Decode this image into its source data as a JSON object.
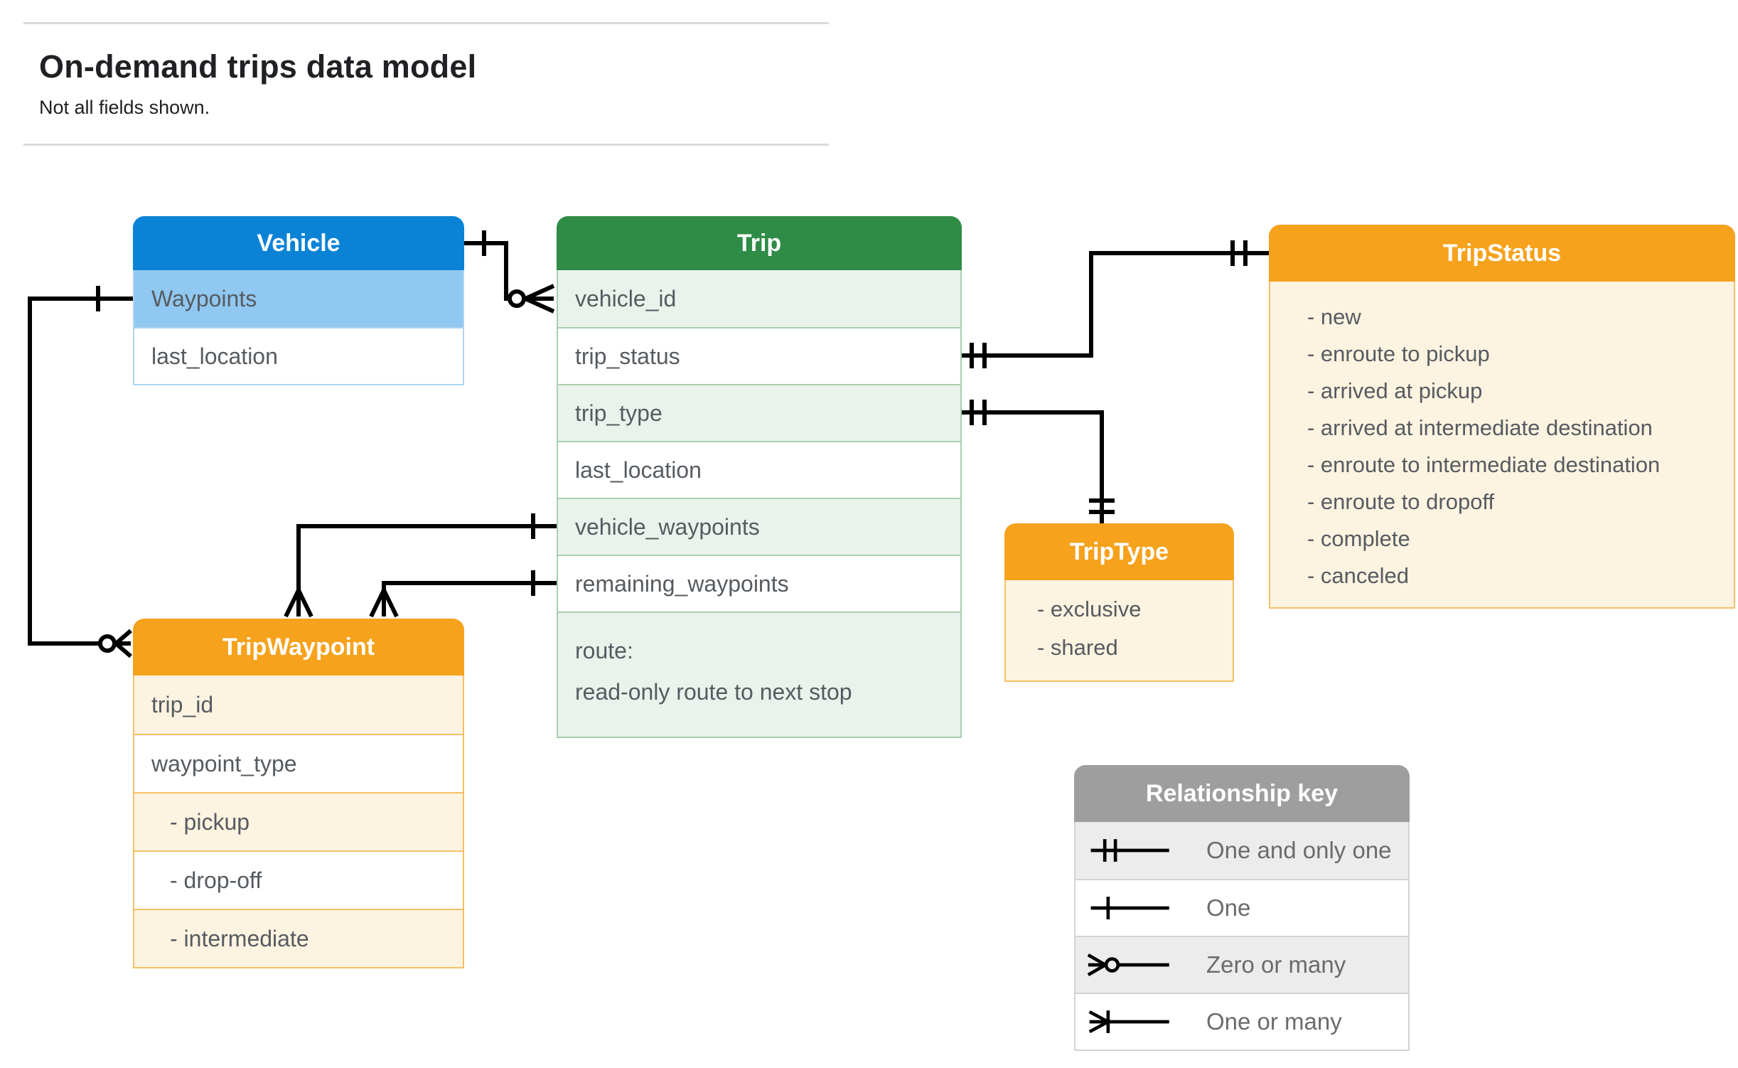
{
  "page": {
    "title": "On-demand trips data model",
    "subtitle": "Not all fields shown."
  },
  "palette": {
    "line": "#000000",
    "vehicle_accent": "#0a83d6",
    "vehicle_tint": "#90c8f1",
    "trip_accent": "#2f8c47",
    "trip_tint": "#e9f3ec",
    "enum_accent": "#f6a21c",
    "enum_tint": "#fdf3e1",
    "key_accent": "#9e9e9e",
    "key_tint": "#ececec",
    "field_text": "#565b60"
  },
  "entities": {
    "vehicle": {
      "title": "Vehicle",
      "fields": [
        "Waypoints",
        "last_location"
      ]
    },
    "trip": {
      "title": "Trip",
      "fields": [
        "vehicle_id",
        "trip_status",
        "trip_type",
        "last_location",
        "vehicle_waypoints",
        "remaining_waypoints",
        "route:\nread-only route to next stop"
      ]
    },
    "trip_status": {
      "title": "TripStatus",
      "items": [
        "- new",
        "- enroute to pickup",
        "- arrived at pickup",
        "- arrived at intermediate destination",
        "- enroute to intermediate destination",
        "- enroute to dropoff",
        "- complete",
        "- canceled"
      ]
    },
    "trip_type": {
      "title": "TripType",
      "items": [
        "- exclusive",
        "- shared"
      ]
    },
    "trip_waypoint": {
      "title": "TripWaypoint",
      "fields": [
        "trip_id",
        "waypoint_type",
        "- pickup",
        "- drop-off",
        "- intermediate"
      ]
    }
  },
  "key": {
    "title": "Relationship key",
    "rows": [
      {
        "icon": "one-and-only-one-icon",
        "label": "One and only one"
      },
      {
        "icon": "one-icon",
        "label": "One"
      },
      {
        "icon": "zero-or-many-icon",
        "label": "Zero or many"
      },
      {
        "icon": "one-or-many-icon",
        "label": "One or many"
      }
    ]
  }
}
